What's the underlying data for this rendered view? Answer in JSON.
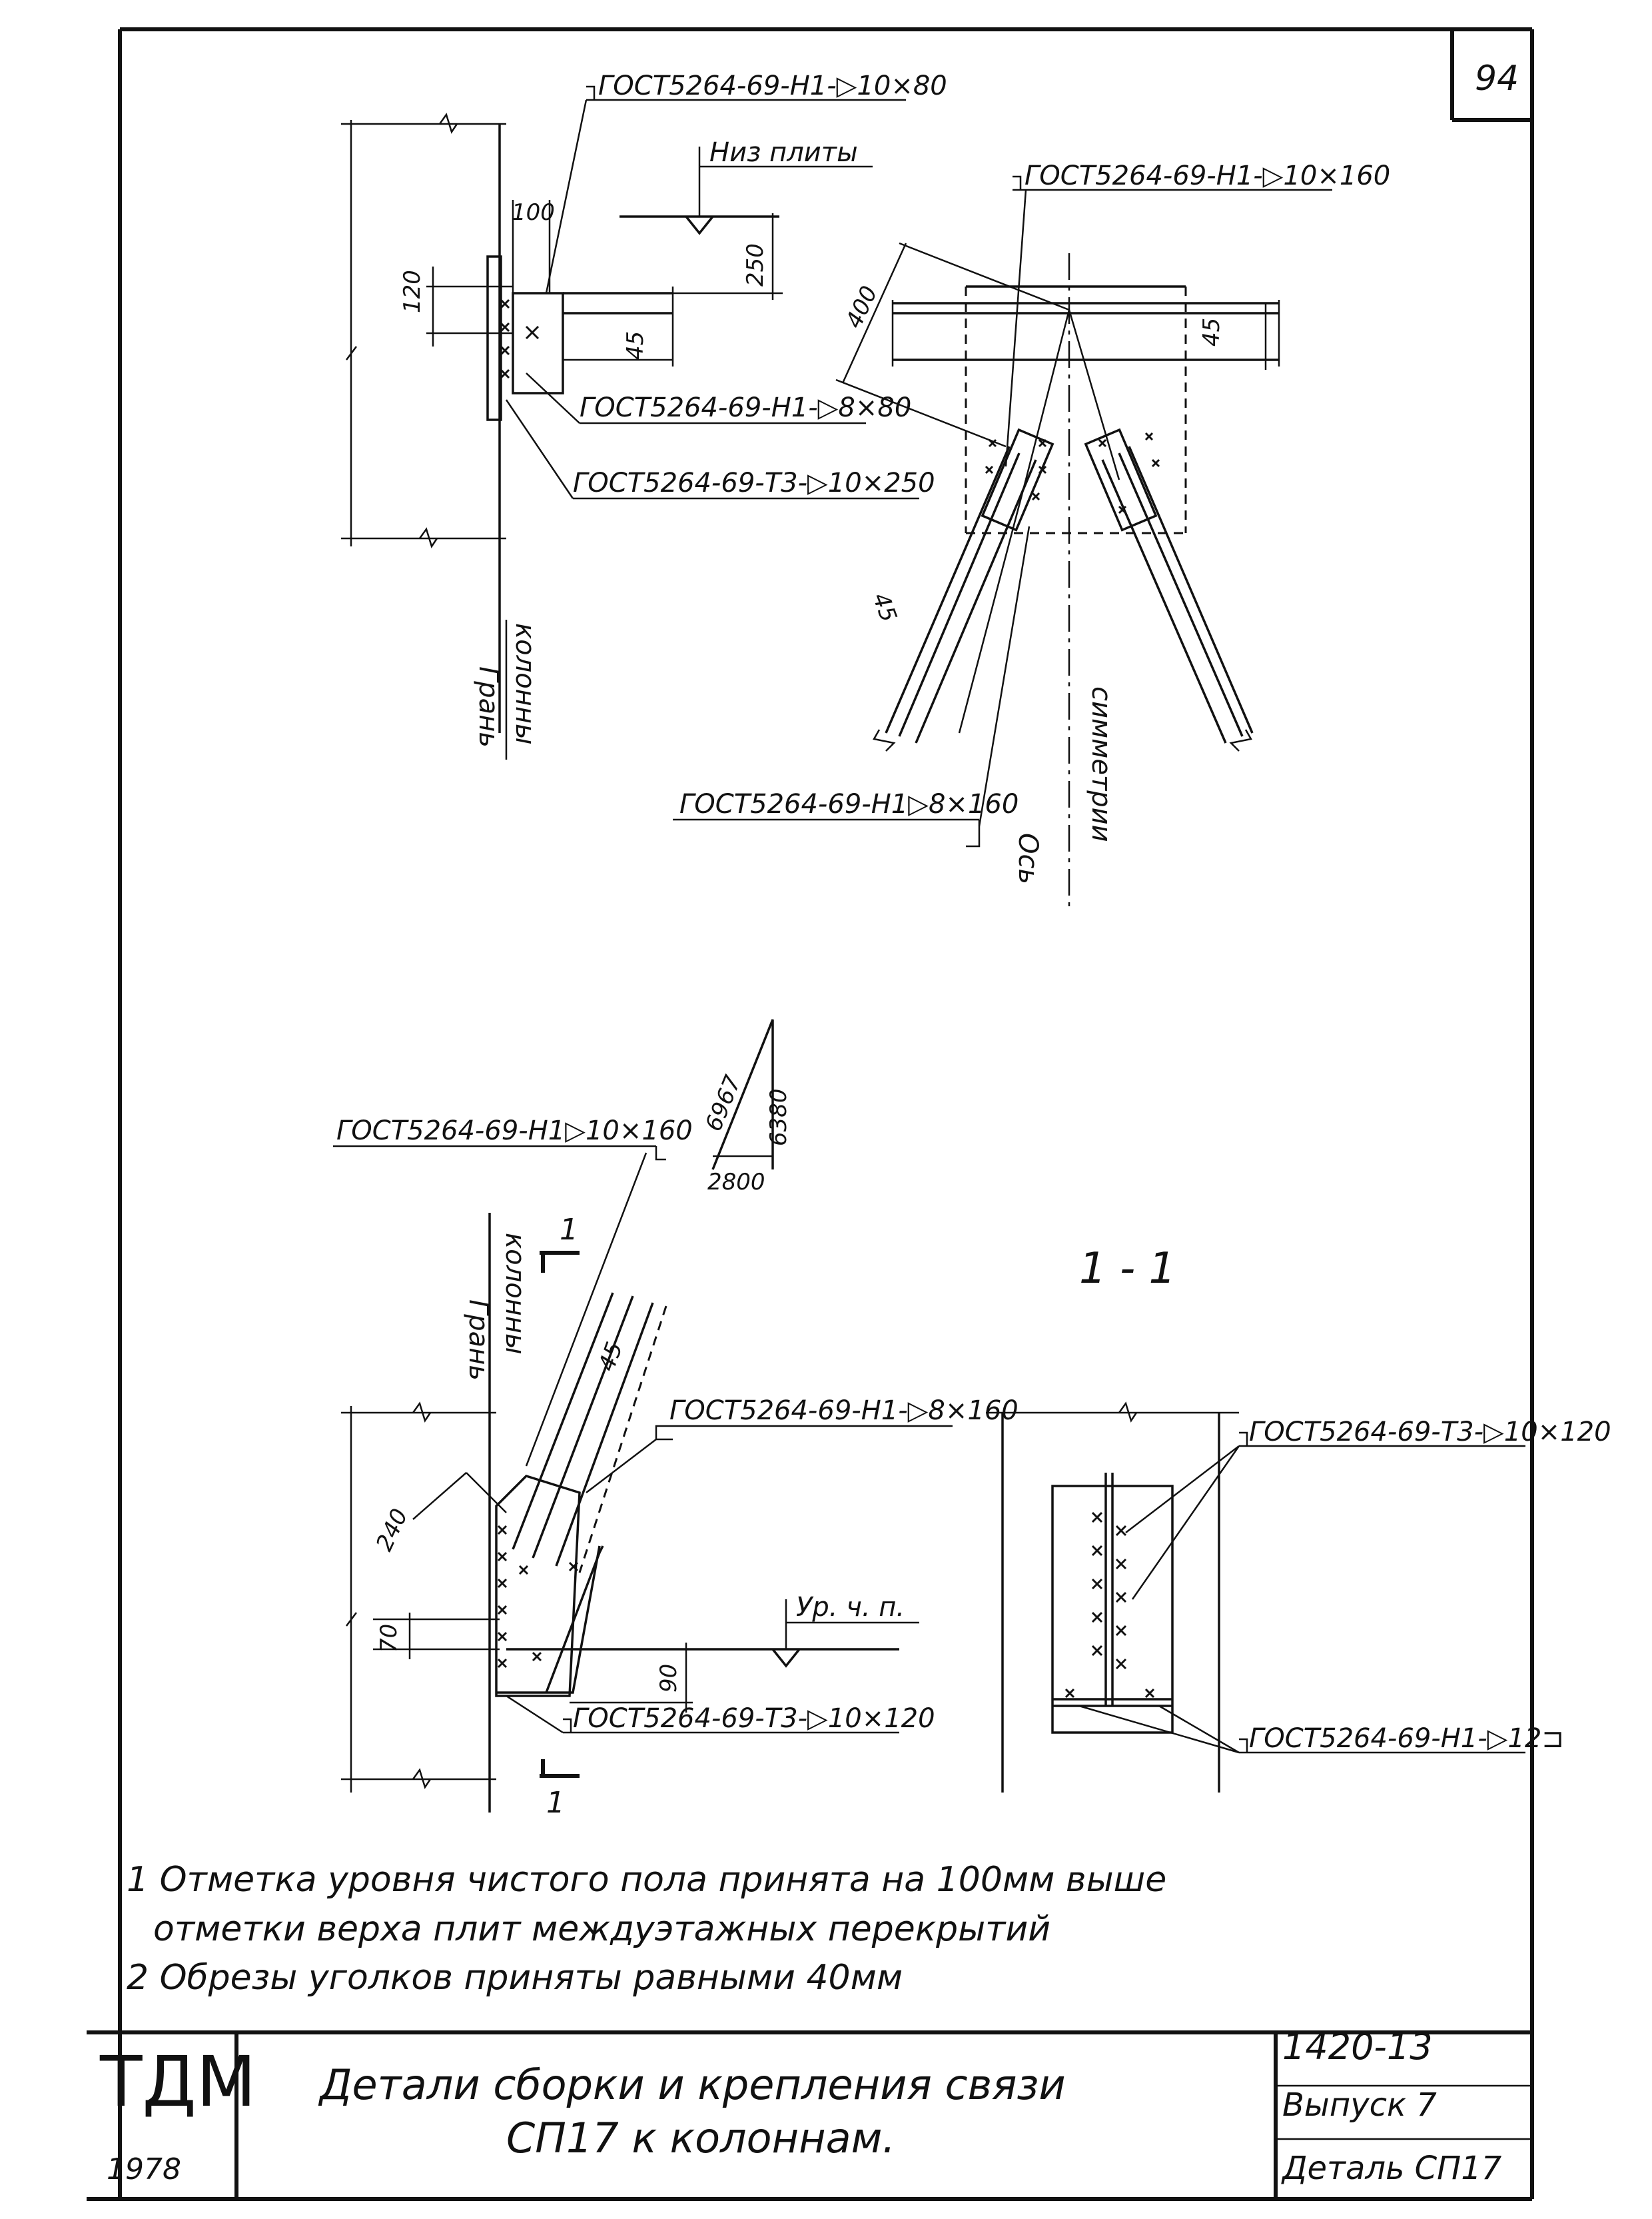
{
  "sheet": {
    "page_number": "94",
    "organization": "ТДМ",
    "year": "1978",
    "title_line1": "Детали сборки и крепления связи",
    "title_line2": "СП17 к колоннам.",
    "series": "1420-13",
    "issue": "Выпуск 7",
    "detail": "Деталь СП17"
  },
  "detail_top_left": {
    "weld_top": "ГОСТ5264-69-Н1-▷10×80",
    "slab_bottom": "Низ плиты",
    "weld_mid": "ГОСТ5264-69-Н1-▷8×80",
    "weld_bottom": "ГОСТ5264-69-Т3-▷10×250",
    "column_face_1": "Грань",
    "column_face_2": "колонны",
    "dims": {
      "d100": "100",
      "d120": "120",
      "d250": "250",
      "d45": "45"
    }
  },
  "detail_top_right": {
    "weld_top": "ГОСТ5264-69-Н1-▷10×160",
    "weld_bottom": "ГОСТ5264-69-Н1▷8×160",
    "axis_1": "Ось",
    "axis_2": "симметрии",
    "dims": {
      "d400": "400",
      "d45a": "45",
      "d45b": "45"
    }
  },
  "detail_bottom_left": {
    "weld_top": "ГОСТ5264-69-Н1▷10×160",
    "slope": {
      "hyp": "6967",
      "vert": "6380",
      "horiz": "2800"
    },
    "section_mark": "1",
    "column_face_1": "Грань",
    "column_face_2": "колонны",
    "weld_mid": "ГОСТ5264-69-Н1-▷8×160",
    "floor_level": "Ур. ч. п.",
    "weld_bottom": "ГОСТ5264-69-Т3-▷10×120",
    "dims": {
      "d240": "240",
      "d70": "70",
      "d90": "90",
      "d45": "45"
    }
  },
  "section_1_1": {
    "title": "1 - 1",
    "weld_top": "ГОСТ5264-69-Т3-▷10×120",
    "weld_bottom": "ГОСТ5264-69-Н1-▷12⊐"
  },
  "notes": {
    "n1_line1": "1 Отметка уровня чистого пола принята на 100мм выше",
    "n1_line2": "отметки верха плит междуэтажных перекрытий",
    "n2": "2 Обрезы уголков приняты равными 40мм"
  }
}
